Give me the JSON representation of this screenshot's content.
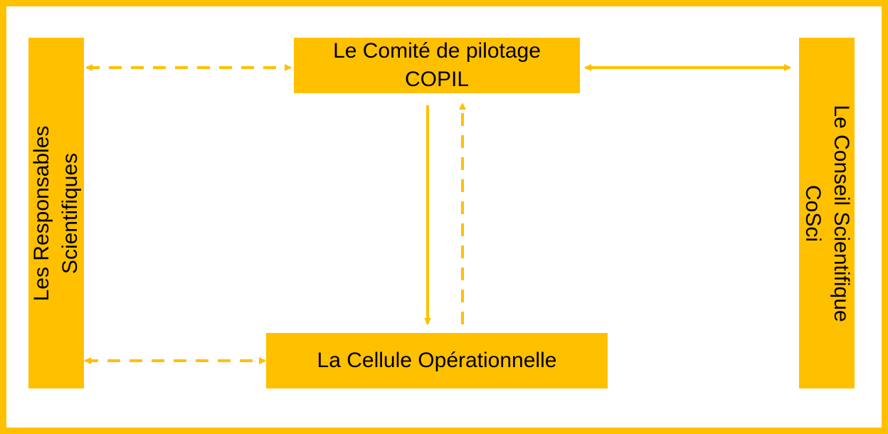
{
  "colors": {
    "accent": "#FFC000",
    "text": "#000000",
    "background": "#FFFFFF"
  },
  "nodes": {
    "copil": {
      "line1": "Le Comité de pilotage",
      "line2": "COPIL"
    },
    "cellule": {
      "label": "La Cellule Opérationnelle"
    },
    "responsables": {
      "line1": "Les Responsables",
      "line2": "Scientifiques"
    },
    "conseil": {
      "line1": "Le Conseil Scientifique",
      "line2": "CoSci"
    }
  },
  "edges": [
    {
      "from": "responsables",
      "to": "copil",
      "style": "dashed",
      "direction": "both"
    },
    {
      "from": "copil",
      "to": "conseil",
      "style": "solid",
      "direction": "both"
    },
    {
      "from": "copil",
      "to": "cellule",
      "style": "solid",
      "direction": "forward"
    },
    {
      "from": "cellule",
      "to": "copil",
      "style": "dashed",
      "direction": "forward"
    },
    {
      "from": "responsables",
      "to": "cellule",
      "style": "dashed",
      "direction": "both"
    }
  ]
}
